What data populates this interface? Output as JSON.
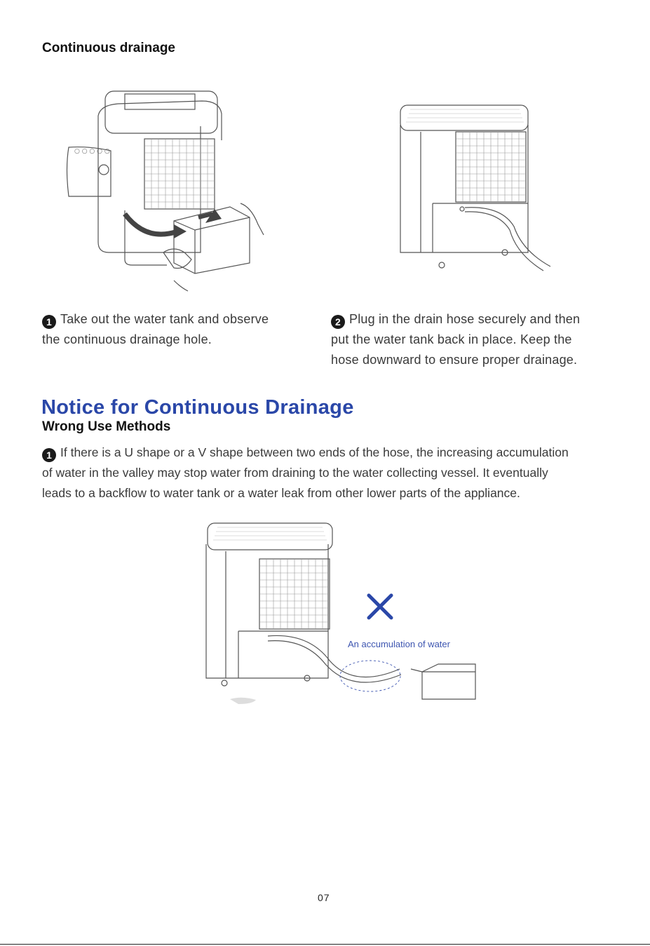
{
  "section": {
    "title": "Continuous drainage"
  },
  "steps": [
    {
      "number": "1",
      "text_line1": "Take out the water tank and observe",
      "text_line2": "the continuous drainage hole."
    },
    {
      "number": "2",
      "text_line1": "Plug in the drain hose securely and then",
      "text_line2": "put the water tank back in place. Keep the",
      "text_line3": "hose downward to ensure proper drainage."
    }
  ],
  "notice": {
    "title": "Notice for Continuous Drainage",
    "subtitle": "Wrong Use Methods",
    "item": {
      "number": "1",
      "line1": "If  there is a U shape or a V shape between two ends of the hose, the  increasing accumulation",
      "line2": "of water in the valley may stop water from draining to the water collecting vessel. It eventually",
      "line3": "leads to a backflow to water tank or a water leak from other lower parts of the appliance."
    },
    "figure_label": "An accumulation of water",
    "wrong_mark": "✕",
    "accent_color": "#2a47a8"
  },
  "page": {
    "number": "07"
  },
  "icons": [
    "dehumidifier-illustration",
    "wrong-x-icon",
    "drain-hose",
    "water-container"
  ]
}
